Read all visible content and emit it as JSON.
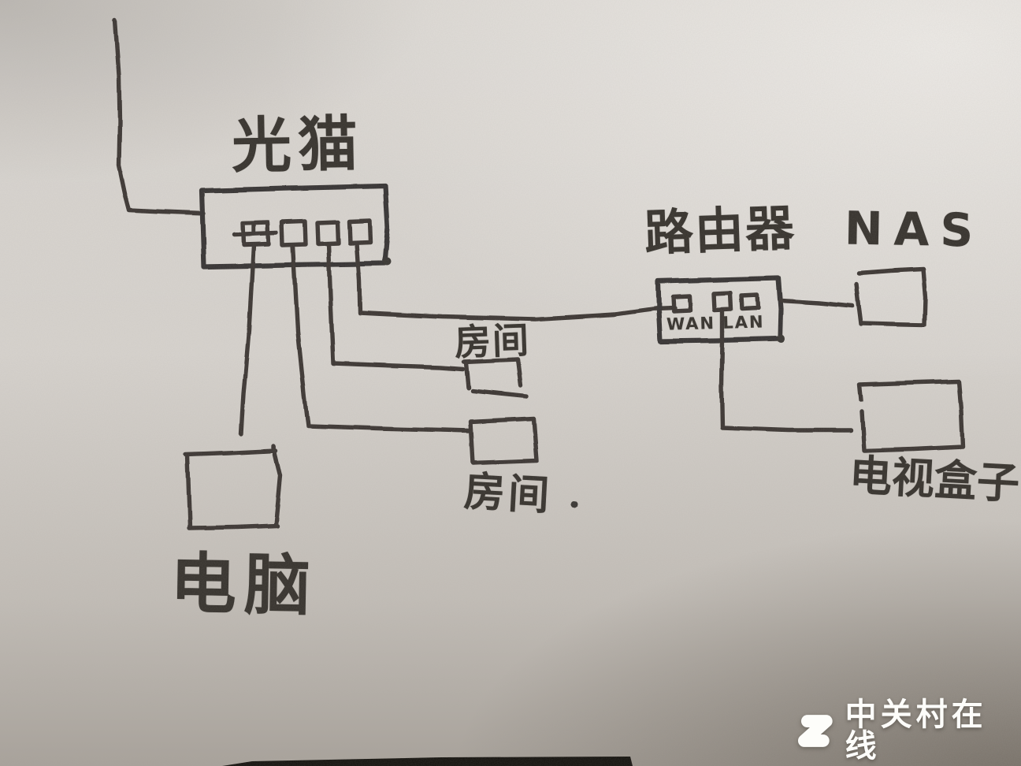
{
  "diagram": {
    "nodes": {
      "modem": {
        "label": "光猫",
        "ports": 4
      },
      "router": {
        "label": "路由器",
        "ports_text": "WAN LAN",
        "ports": 3
      },
      "nas": {
        "label": "NAS"
      },
      "room_upper": {
        "label": "房间"
      },
      "room_lower": {
        "label": "房间"
      },
      "computer": {
        "label": "电脑"
      },
      "tv_box": {
        "label": "电视盒子"
      }
    },
    "connections": [
      {
        "from": "incoming line (top-left)",
        "to": "光猫"
      },
      {
        "from": "光猫 port 1",
        "to": "电脑"
      },
      {
        "from": "光猫 port 2",
        "to": "房间 (lower box)"
      },
      {
        "from": "光猫 port 3",
        "to": "房间 (upper box)"
      },
      {
        "from": "光猫 port 4",
        "to": "路由器 WAN"
      },
      {
        "from": "路由器",
        "to": "NAS"
      },
      {
        "from": "路由器 LAN",
        "to": "电视盒子"
      }
    ]
  },
  "watermark": {
    "logo": "Z",
    "text": "中关村在线"
  },
  "colors": {
    "ink": "#3a3632",
    "paper": "#d7d3ce",
    "watermark_text": "#fdfdfa"
  }
}
